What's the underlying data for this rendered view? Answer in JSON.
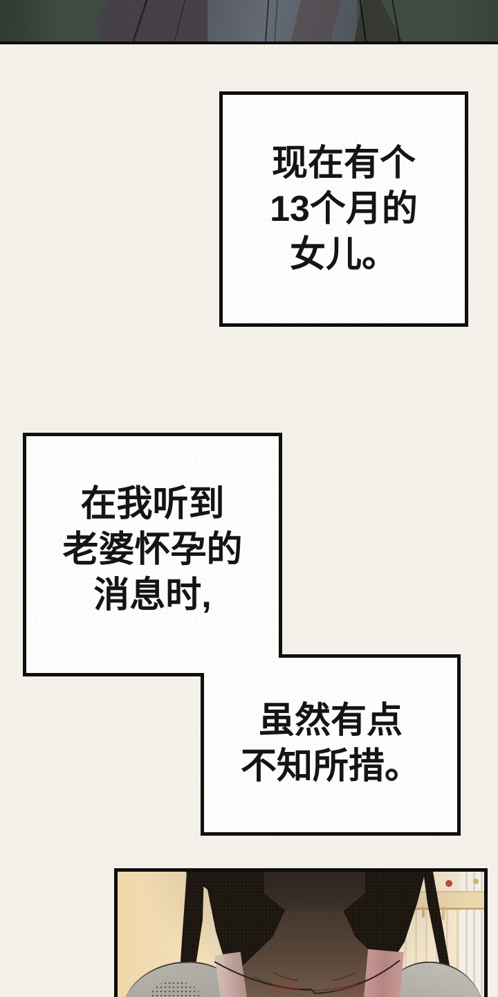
{
  "page": {
    "background": "#f3f1ea",
    "box_fill": "#fdfdfc",
    "line_color": "#0e0e0e",
    "text_color": "#141414"
  },
  "captions": {
    "box1": {
      "lines": [
        "现在有个",
        "13个月的",
        "女儿。"
      ]
    },
    "box2": {
      "lines": [
        "在我听到",
        "老婆怀孕的",
        "消息时,"
      ]
    },
    "box3": {
      "lines": [
        "虽然有点",
        "不知所措。"
      ]
    }
  },
  "panels": {
    "top": {
      "alt": "bottom sliver of a comic panel: torso in gray jacket with dark strap on dark green background"
    },
    "bottom": {
      "alt": "top of a comic panel: long-haired woman, face in shadow, light top with pink straps, warm room with crib"
    }
  }
}
